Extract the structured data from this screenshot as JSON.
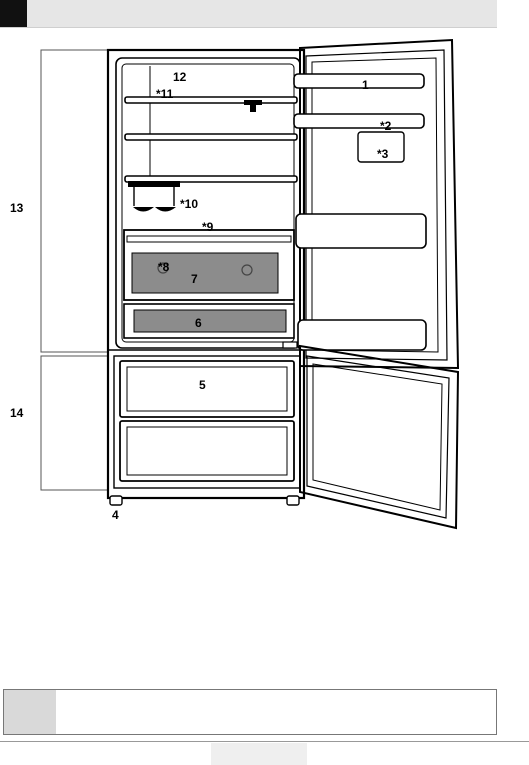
{
  "header": {
    "title": ""
  },
  "labels": {
    "door_shelf": "1",
    "door_shelf_upper_small": "*2",
    "door_box": "*3",
    "foot": "4",
    "freezer_drawer": "5",
    "crisper_bottom": "6",
    "crisper": "7",
    "humidity_controller": "*8",
    "chiller_compartment": "*9",
    "bottle_shelf": "*10",
    "fan": "*11",
    "lamp": "12",
    "fridge_compartment": "13",
    "freezer_compartment": "14"
  },
  "note": {
    "text": ""
  }
}
